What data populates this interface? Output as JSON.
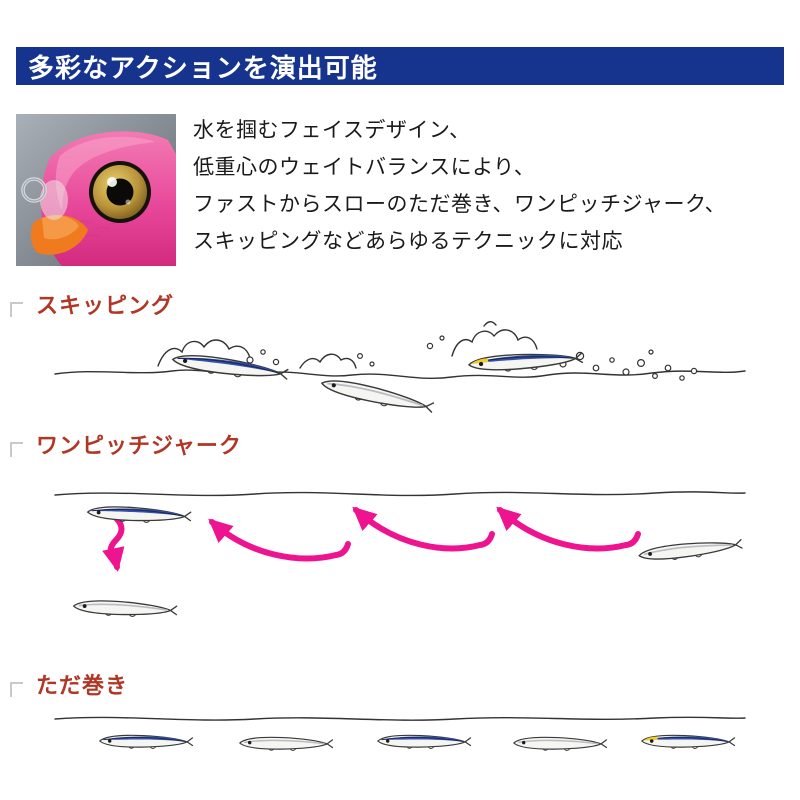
{
  "header": {
    "title": "多彩なアクションを演出可能"
  },
  "intro": {
    "lines": [
      "水を掴むフェイスデザイン、",
      "低重心のウェイトバランスにより、",
      "ファストからスローのただ巻き、ワンピッチジャーク、",
      "スキッピングなどあらゆるテクニックに対応"
    ]
  },
  "sections": [
    {
      "id": "skipping",
      "label": "スキッピング"
    },
    {
      "id": "one-pitch-jerk",
      "label": "ワンピッチジャーク"
    },
    {
      "id": "straight-retrieve",
      "label": "ただ巻き"
    }
  ],
  "colors": {
    "header_bg": "#16338e",
    "header_fg": "#ffffff",
    "label_red": "#b03625",
    "pink": "#ee138f",
    "lure_blue": "#3552a5",
    "ink": "#333333",
    "bg": "#ffffff"
  }
}
